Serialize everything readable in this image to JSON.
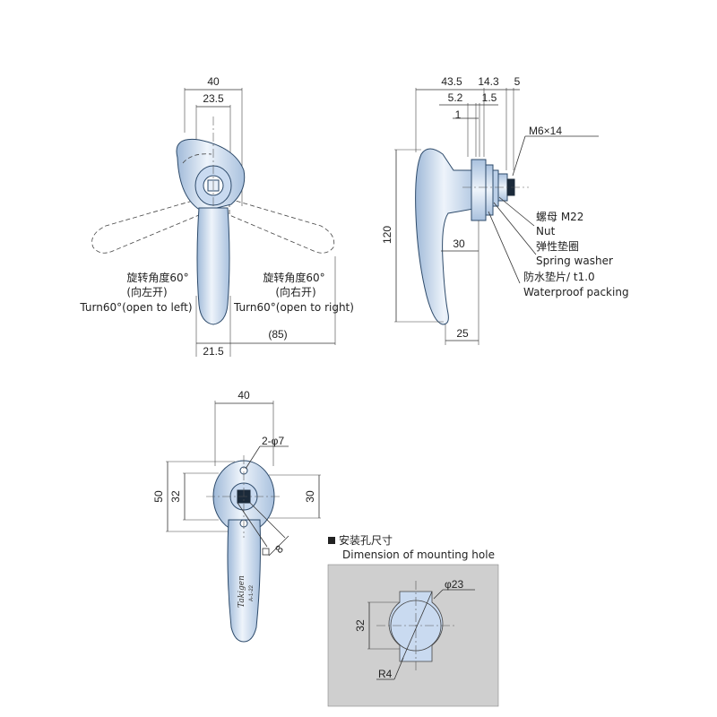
{
  "front_view": {
    "dim_40": "40",
    "dim_23_5": "23.5",
    "dim_21_5": "21.5",
    "dim_85": "(85)",
    "left_cn": "旋转角度60°",
    "left_cn_dir": "(向左开)",
    "left_en": "Turn60°(open to left)",
    "right_cn": "旋转角度60°",
    "right_cn_dir": "(向右开)",
    "right_en": "Turn60°(open to right)"
  },
  "side_view": {
    "dim_43_5": "43.5",
    "dim_14_3": "14.3",
    "dim_5": "5",
    "dim_5_2": "5.2",
    "dim_1_5": "1.5",
    "dim_1": "1",
    "thread": "M6×14",
    "height": "120",
    "dim_30": "30",
    "dim_25": "25",
    "nut_cn": "螺母 M22",
    "nut_en": "Nut",
    "washer_cn": "弹性垫圈",
    "washer_en": "Spring washer",
    "packing_cn": "防水垫片/ t1.0",
    "packing_en": "Waterproof packing"
  },
  "rear_view": {
    "dim_40": "40",
    "holes": "2-φ7",
    "dim_50": "50",
    "dim_32": "32",
    "dim_30": "30",
    "square": "8",
    "brand": "Takigen",
    "model": "A-1-22"
  },
  "mounting_hole": {
    "title_cn": "安装孔尺寸",
    "title_en": "Dimension of mounting hole",
    "diameter": "φ23",
    "height": "32",
    "radius": "R4",
    "panel_color": "#cfcfcf",
    "accent_color": "#c9daf0"
  }
}
